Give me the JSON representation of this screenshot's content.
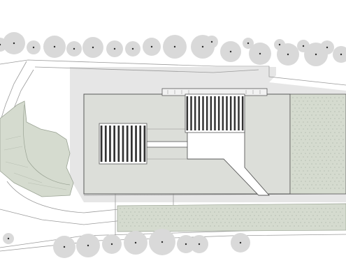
{
  "diagram": {
    "kind": "architectural site plan",
    "colors": {
      "background": "#ffffff",
      "tree_canopy": "#d9d9d9",
      "tree_center": "#2b2b2b",
      "site_shadow": "#e4e4e4",
      "building_fill": "#dcded9",
      "building_stroke": "#595959",
      "green_area": "#d5dbcf",
      "green_stroke": "#9aa394",
      "solar_panel": "#333333",
      "solar_frame": "#ffffff",
      "road_line": "#9a9a9a",
      "stipple": "#8b9488"
    },
    "elements": {
      "trees_top_count": 21,
      "trees_bottom_count": 9,
      "solar_arrays": [
        {
          "name": "solar-array-west",
          "columns": 11
        },
        {
          "name": "solar-array-north",
          "columns": 15
        }
      ],
      "planted_areas": [
        "east-planted-field",
        "south-planted-strip",
        "west-planted-slope"
      ]
    }
  }
}
